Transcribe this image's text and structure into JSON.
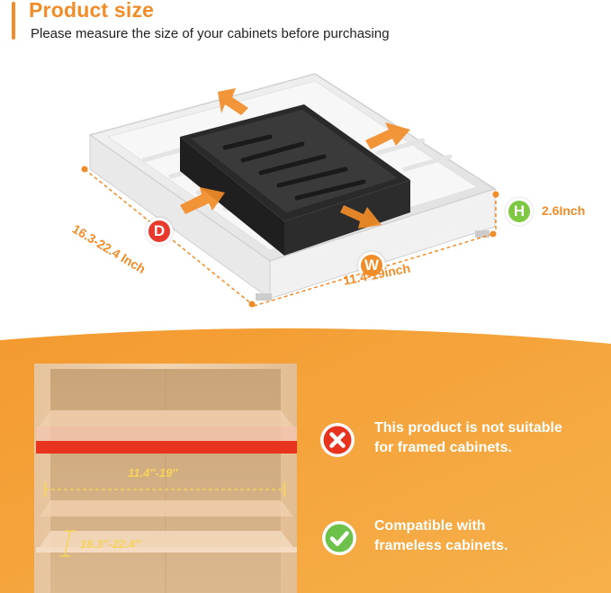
{
  "header": {
    "title": "Product size",
    "subtitle": "Please measure the size of your cabinets before purchasing"
  },
  "dimensions": {
    "height_badge": "H",
    "height_value": "2.6Inch",
    "width_badge": "W",
    "width_value": "11.4-19inch",
    "depth_badge": "D",
    "depth_value": "16.3-22.4 Inch"
  },
  "cabinet": {
    "width_measure": "11.4''-19''",
    "depth_measure": "16.3''-22.4''"
  },
  "notes": {
    "not_suitable_line1": "This product is not suitable",
    "not_suitable_line2": "for framed cabinets.",
    "compatible_line1": "Compatible with",
    "compatible_line2": "frameless cabinets."
  },
  "icons": {
    "not_suitable": "cross-icon",
    "compatible": "check-icon"
  },
  "colors": {
    "accent_orange": "#f28c28",
    "badge_green": "#7dc742",
    "badge_red": "#e83a2d",
    "tray_black": "#1f1f1f",
    "panel_orange": "#f5a23a"
  }
}
